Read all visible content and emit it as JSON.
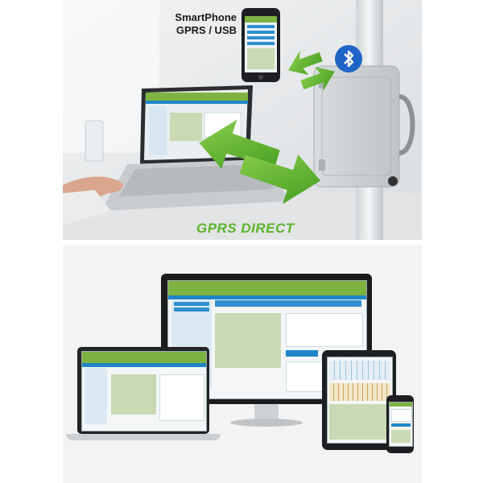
{
  "top_graphic": {
    "phone_label_line1": "SmartPhone",
    "phone_label_line2": "GPRS / USB",
    "headline": "GPRS DIRECT",
    "bluetooth_icon": "bluetooth-icon"
  },
  "colors": {
    "accent_green": "#5ab52b",
    "bluetooth_blue": "#1f64c7",
    "app_blue": "#1e86c8"
  }
}
